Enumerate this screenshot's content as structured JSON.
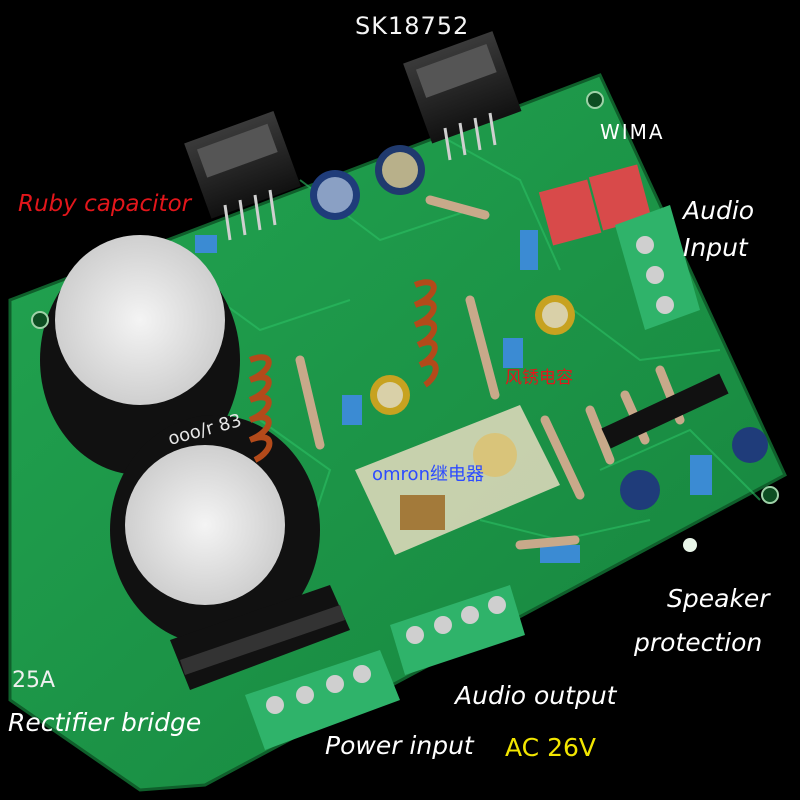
{
  "labels": {
    "chip_top": "SK18752",
    "wima": "WIMA",
    "ruby_capacitor": "Ruby capacitor",
    "audio_input_line1": "Audio",
    "audio_input_line2": "Input",
    "omron": "omron继电器",
    "cn_capacitor": "风锈电容",
    "speaker_line1": "Speaker",
    "speaker_line2": "protection",
    "audio_output": "Audio output",
    "rating_25a": "25A",
    "rectifier_bridge": "Rectifier bridge",
    "power_input": "Power input",
    "ac_voltage": "AC 26V"
  },
  "colors": {
    "pcb": "#1e9a4a",
    "pcb_dark": "#157a38",
    "terminal_green": "#2fb36a",
    "red_callout": "#e3161b",
    "yellow_callout": "#f2e600",
    "omron_blue": "#2d4bff"
  }
}
